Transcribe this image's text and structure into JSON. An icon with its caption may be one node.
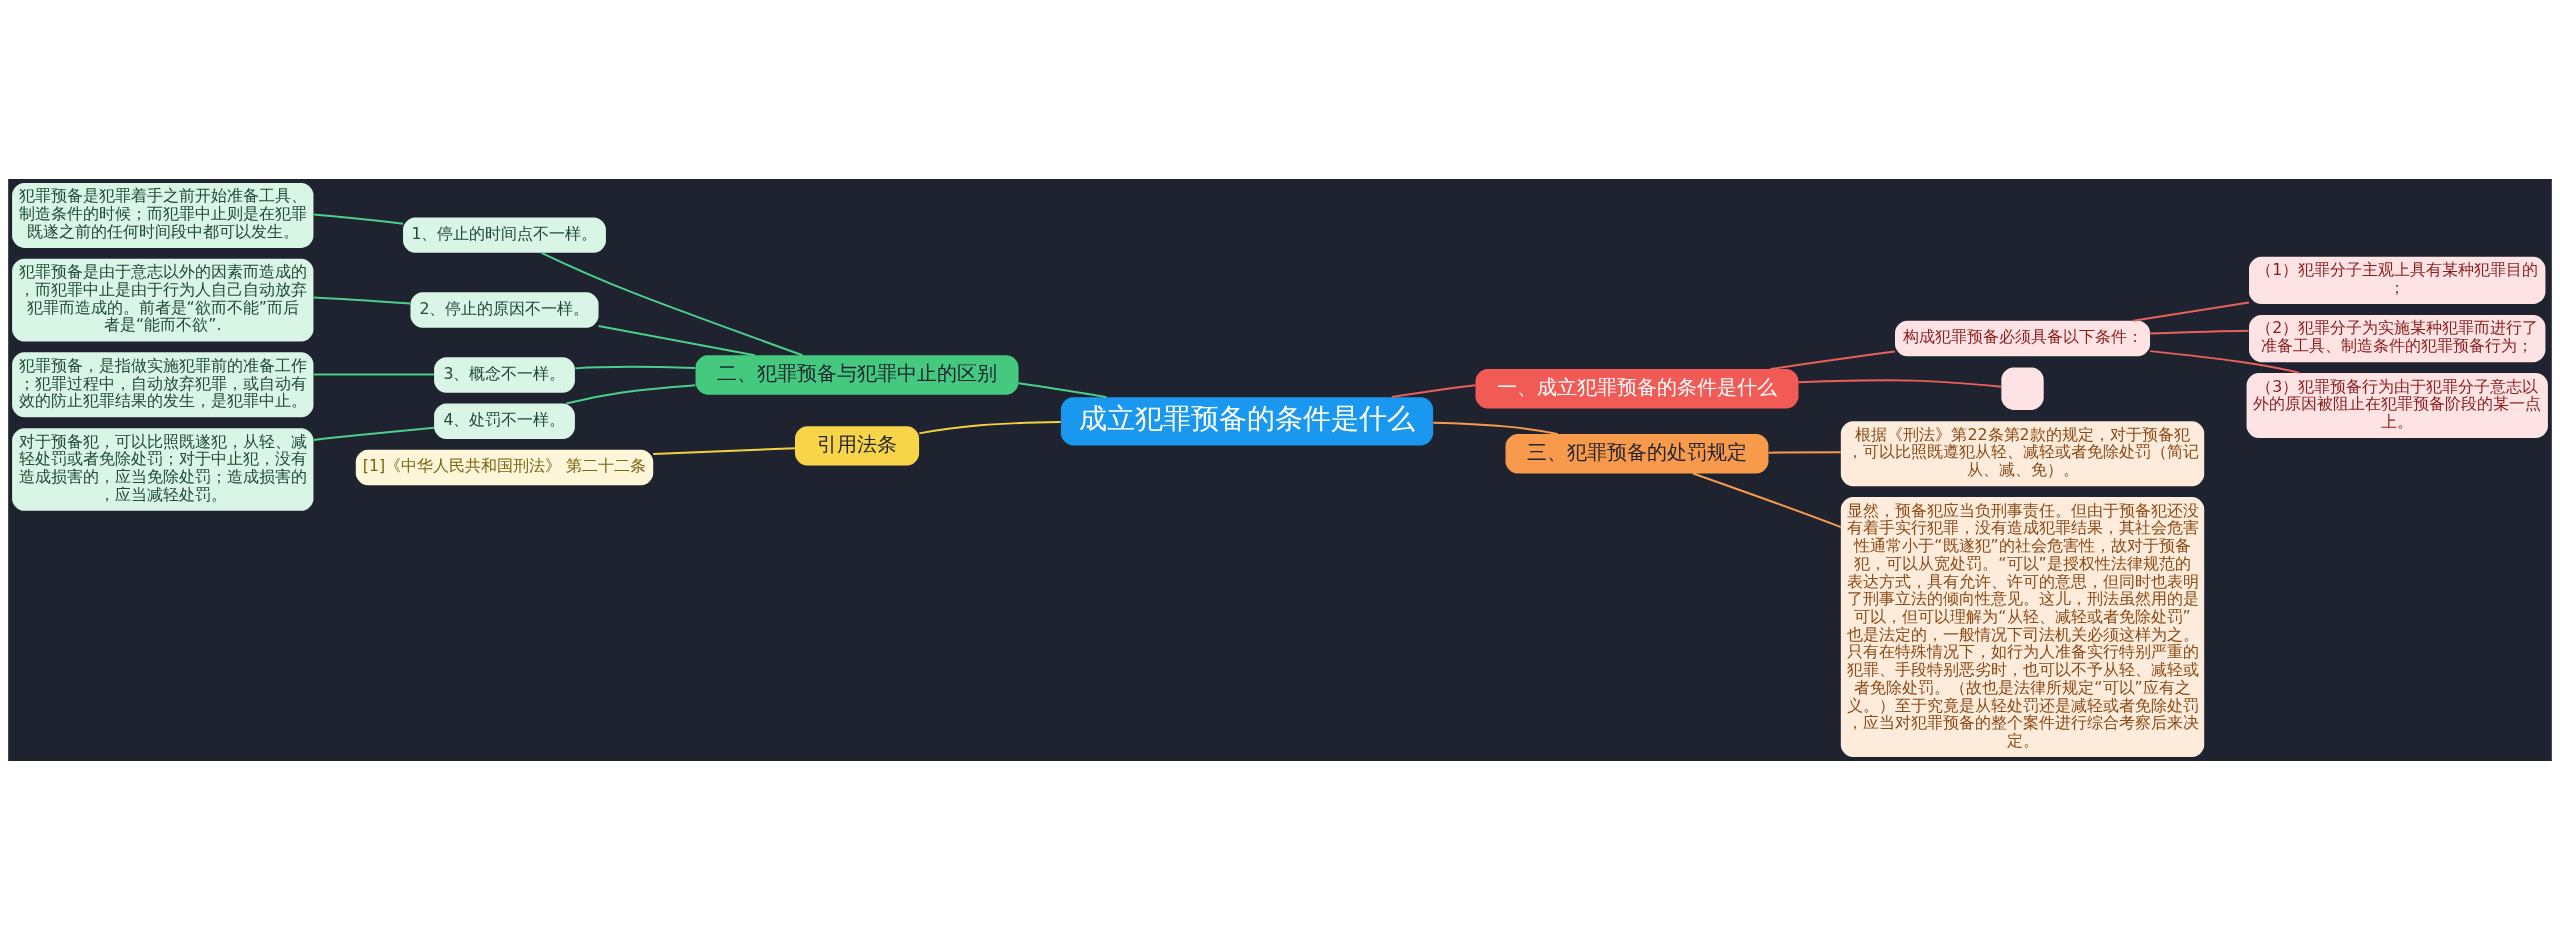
{
  "diagram": {
    "nodes": [
      {
        "text": [
          "成立犯罪预备的条件是什么"
        ]
      },
      {
        "text": [
          "一、成立犯罪预备的条件是什么"
        ]
      },
      {
        "text": [
          "构成犯罪预备必须具备以下条件："
        ]
      },
      {
        "text": [
          "（1）犯罪分子主观上具有某种犯罪目的；"
        ]
      },
      {
        "text": [
          "（2）犯罪分子为实施某种犯罪而进行了准备工具、制造条件的犯罪预备行为；"
        ]
      },
      {
        "text": [
          "（3）犯罪预备行为由于犯罪分子意志以外的原因被阻止在犯罪预备阶段的某一点上。"
        ]
      },
      {
        "text": [],
        "shape": "box"
      },
      {
        "text": [
          "二、犯罪预备与犯罪中止的区别"
        ]
      },
      {
        "text": [
          "1、停止的时间点不一样。"
        ]
      },
      {
        "text": [
          "犯罪预备是犯罪着手之前开始准备工具、制造条件的时候；而犯罪中止则是在犯罪既遂之前的任何时间段中都可以发生。"
        ]
      },
      {
        "text": [
          "2、停止的原因不一样。"
        ]
      },
      {
        "text": [
          "犯罪预备是由于意志以外的因素而造成的，而犯罪中止是由于行为人自己自动放弃犯罪而造成的。前者是“欲而不能”而后者是“能而不欲”."
        ]
      },
      {
        "text": [
          "3、概念不一样。"
        ]
      },
      {
        "text": [
          "犯罪预备，是指做实施犯罪前的准备工作；犯罪过程中，自动放弃犯罪，或自动有效的防止犯罪结果的发生，是犯罪中止。"
        ]
      },
      {
        "text": [
          "4、处罚不一样。"
        ]
      },
      {
        "text": [
          "对于预备犯，可以比照既遂犯，从轻、减轻处罚或者免除处罚；对于中止犯，没有造成损害的，应当免除处罚；造成损害的，应当减轻处罚。"
        ]
      },
      {
        "text": [
          "三、犯罪预备的处罚规定"
        ]
      },
      {
        "text": [
          "根据《刑法》第22条第2款的规定，对于预备犯，可以比照既遵犯从轻、减轻或者免除处罚（简记从、减、免）。"
        ]
      },
      {
        "text": [
          "显然，预备犯应当负刑事责任。但由于预备犯还没有着手实行犯罪，没有造成犯罪结果，其社会危害性通常小于“既遂犯”的社会危害性，故对于预备犯，可以从宽处罚。“可以”是授权性法律规范的表达方式，具有允许、许可的意思，但同时也表明了刑事立法的倾向性意见。这儿，刑法虽然用的是可以，但可以理解为“从轻、减轻或者免除处罚”也是法定的，一般情况下司法机关必须这样为之。只有在特殊情况下，如行为人准备实行特别严重的犯罪、手段特别恶劣时，也可以不予从轻、减轻或者免除处罚。（故也是法律所规定“可以”应有之义。）至于究竟是从轻处罚还是减轻或者免除处罚，应当对犯罪预备的整个案件进行综合考察后来决定。"
        ]
      },
      {
        "text": [
          "引用法条"
        ]
      },
      {
        "text": [
          "[1]《中华人民共和国刑法》 第二十二条"
        ]
      }
    ],
    "edges": [
      {
        "from": 0,
        "to": 1,
        "arrow": "none",
        "color": "#e8615a"
      },
      {
        "from": 1,
        "to": 2,
        "arrow": "none",
        "color": "#e8615a"
      },
      {
        "from": 2,
        "to": 3,
        "arrow": "none",
        "color": "#e8615a"
      },
      {
        "from": 2,
        "to": 4,
        "arrow": "none",
        "color": "#e8615a"
      },
      {
        "from": 2,
        "to": 5,
        "arrow": "none",
        "color": "#e8615a"
      },
      {
        "from": 1,
        "to": 6,
        "arrow": "none",
        "color": "#e8615a"
      },
      {
        "from": 0,
        "to": 7,
        "arrow": "none",
        "color": "#4ccf8a"
      },
      {
        "from": 7,
        "to": 8,
        "arrow": "none",
        "color": "#4ccf8a"
      },
      {
        "from": 8,
        "to": 9,
        "arrow": "none",
        "color": "#4ccf8a"
      },
      {
        "from": 7,
        "to": 10,
        "arrow": "none",
        "color": "#4ccf8a"
      },
      {
        "from": 10,
        "to": 11,
        "arrow": "none",
        "color": "#4ccf8a"
      },
      {
        "from": 7,
        "to": 12,
        "arrow": "none",
        "color": "#4ccf8a"
      },
      {
        "from": 12,
        "to": 13,
        "arrow": "none",
        "color": "#4ccf8a"
      },
      {
        "from": 7,
        "to": 14,
        "arrow": "none",
        "color": "#4ccf8a"
      },
      {
        "from": 14,
        "to": 15,
        "arrow": "none",
        "color": "#4ccf8a"
      },
      {
        "from": 0,
        "to": 16,
        "arrow": "none",
        "color": "#f79a4c"
      },
      {
        "from": 16,
        "to": 17,
        "arrow": "none",
        "color": "#f79a4c"
      },
      {
        "from": 16,
        "to": 18,
        "arrow": "none",
        "color": "#f79a4c"
      },
      {
        "from": 0,
        "to": 19,
        "arrow": "none",
        "color": "#f5d142"
      },
      {
        "from": 19,
        "to": 20,
        "arrow": "none",
        "color": "#f5d142"
      }
    ]
  }
}
